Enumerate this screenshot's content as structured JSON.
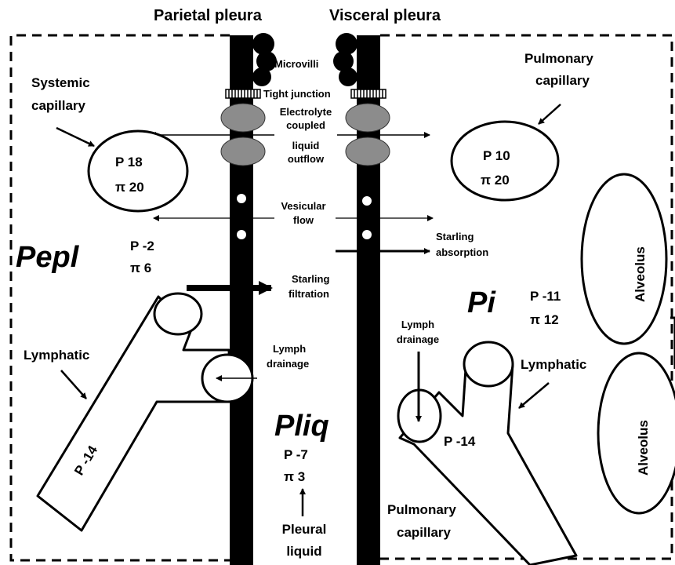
{
  "headers": {
    "parietal": "Parietal pleura",
    "visceral": "Visceral pleura"
  },
  "membrane": {
    "microvilli": "Microvilli",
    "tight_junction": "Tight junction",
    "electrolyte": [
      "Electrolyte",
      "coupled",
      "liquid",
      "outflow"
    ],
    "vesicular": [
      "Vesicular",
      "flow"
    ],
    "starling_absorption": [
      "Starling",
      "absorption"
    ],
    "starling_filtration": [
      "Starling",
      "filtration"
    ],
    "lymph_drainage_center": [
      "Lymph",
      "drainage"
    ]
  },
  "systemic": {
    "label": [
      "Systemic",
      "capillary"
    ],
    "p": "P 18",
    "pi": "π 20"
  },
  "pulmonary": {
    "label": [
      "Pulmonary",
      "capillary"
    ],
    "p": "P 10",
    "pi": "π 20"
  },
  "pepl": {
    "title": "Pepl",
    "p": "P -2",
    "pi": "π  6"
  },
  "pi_space": {
    "title": "Pi",
    "p": "P -11",
    "pi": "π  12"
  },
  "pliq": {
    "title": "Pliq",
    "p": "P -7",
    "pi": "π  3",
    "label": [
      "Pleural",
      "liquid"
    ]
  },
  "lymphatic_left": {
    "label": "Lymphatic",
    "pressure": "P -14"
  },
  "lymphatic_right": {
    "label": "Lymphatic",
    "pressure": "P -14",
    "drainage": [
      "Lymph",
      "drainage"
    ],
    "capillary_label": [
      "Pulmonary",
      "capillary"
    ]
  },
  "alveoli": [
    "Alveolus",
    "Alveolus"
  ]
}
